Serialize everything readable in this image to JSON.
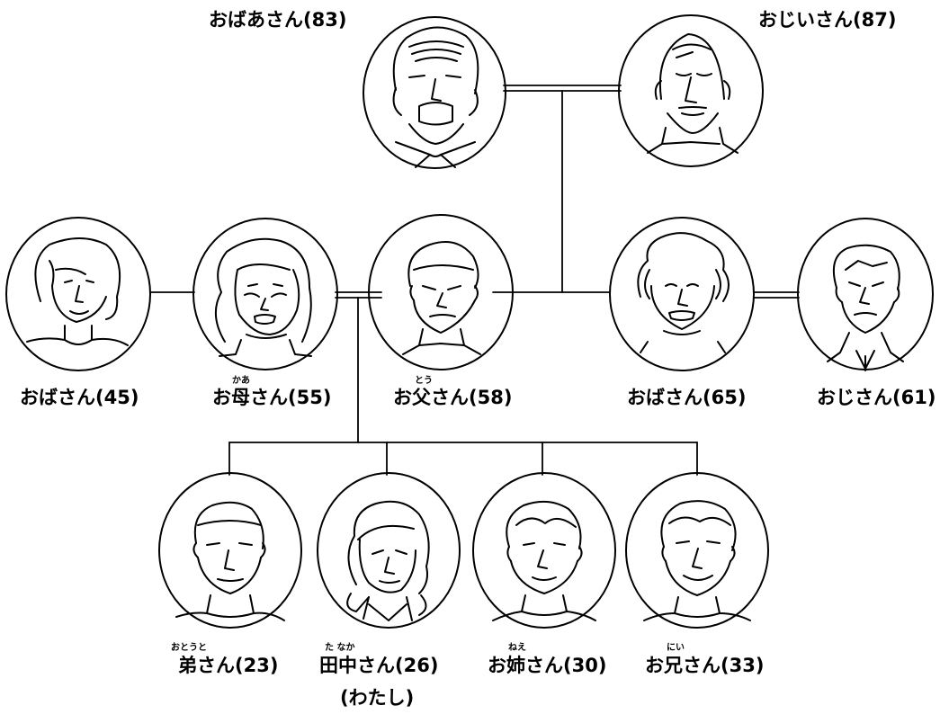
{
  "people": [
    {
      "id": "grandmother",
      "label": "おばあさん(83)",
      "ruby": ""
    },
    {
      "id": "grandfather",
      "label": "おじいさん(87)",
      "ruby": ""
    },
    {
      "id": "aunt-45",
      "label": "おばさん(45)",
      "ruby": ""
    },
    {
      "id": "mother",
      "label": "お母さん(55)",
      "ruby": "かあ"
    },
    {
      "id": "father",
      "label": "お父さん(58)",
      "ruby": "とう"
    },
    {
      "id": "aunt-65",
      "label": "おばさん(65)",
      "ruby": ""
    },
    {
      "id": "uncle-61",
      "label": "おじさん(61)",
      "ruby": ""
    },
    {
      "id": "younger-brother",
      "label": "弟さん(23)",
      "ruby": "おとうと"
    },
    {
      "id": "tanaka",
      "label": "田中さん(26)",
      "ruby": "た なか"
    },
    {
      "id": "older-sister",
      "label": "お姉さん(30)",
      "ruby": "ねえ"
    },
    {
      "id": "older-brother",
      "label": "お兄さん(33)",
      "ruby": "にい"
    }
  ],
  "self_note": "(わたし)"
}
